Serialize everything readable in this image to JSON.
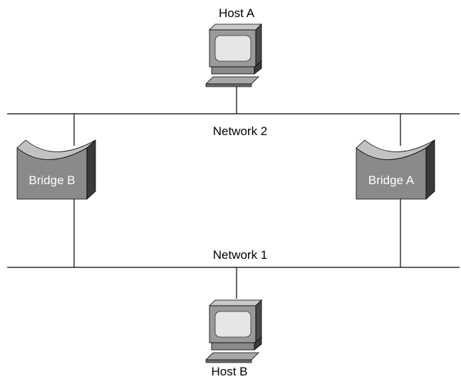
{
  "networks": {
    "upper": {
      "label": "Network 2"
    },
    "lower": {
      "label": "Network 1"
    }
  },
  "hosts": {
    "top": {
      "label": "Host A",
      "icon": "workstation-icon"
    },
    "bottom": {
      "label": "Host B",
      "icon": "workstation-icon"
    }
  },
  "bridges": {
    "left": {
      "label": "Bridge B",
      "icon": "bridge-icon"
    },
    "right": {
      "label": "Bridge A",
      "icon": "bridge-icon"
    }
  },
  "colors": {
    "line": "#000000",
    "bridge_face": "#8a8a8a",
    "bridge_top": "#c2c2c2",
    "bridge_side": "#3a3a3a",
    "monitor_body": "#9a9a9a",
    "monitor_screen": "#e6e6e6",
    "keyboard": "#7a7a7a"
  }
}
